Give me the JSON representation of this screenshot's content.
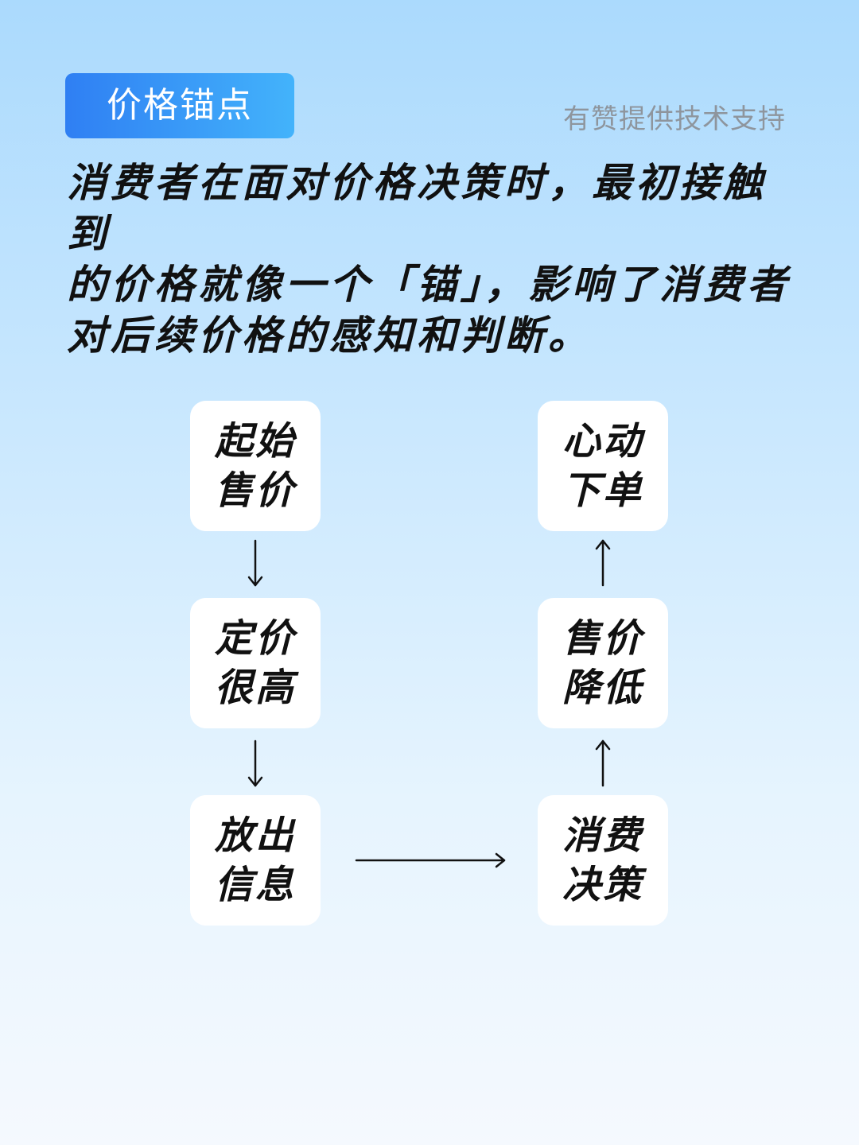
{
  "header": {
    "tag_label": "价格锚点",
    "credit": "有赞提供技术支持"
  },
  "intro": {
    "lines": [
      "消费者在面对价格决策时，最初接触到",
      "的价格就像一个「锚」，影响了消费者",
      "对后续价格的感知和判断。"
    ]
  },
  "flow": {
    "nodes": [
      {
        "id": "start-price",
        "lines": [
          "起始",
          "售价"
        ]
      },
      {
        "id": "high-price",
        "lines": [
          "定价",
          "很高"
        ]
      },
      {
        "id": "release-info",
        "lines": [
          "放出",
          "信息"
        ]
      },
      {
        "id": "consumer-decision",
        "lines": [
          "消费",
          "决策"
        ]
      },
      {
        "id": "price-drop",
        "lines": [
          "售价",
          "降低"
        ]
      },
      {
        "id": "place-order",
        "lines": [
          "心动",
          "下单"
        ]
      }
    ],
    "edges": [
      {
        "from": "start-price",
        "to": "high-price",
        "direction": "down"
      },
      {
        "from": "high-price",
        "to": "release-info",
        "direction": "down"
      },
      {
        "from": "release-info",
        "to": "consumer-decision",
        "direction": "right"
      },
      {
        "from": "consumer-decision",
        "to": "price-drop",
        "direction": "up"
      },
      {
        "from": "price-drop",
        "to": "place-order",
        "direction": "up"
      }
    ],
    "colors": {
      "node_fill": "#ffffff",
      "arrow": "#111111",
      "tag_start": "#2f7ff3",
      "tag_end": "#43b3fb"
    }
  }
}
